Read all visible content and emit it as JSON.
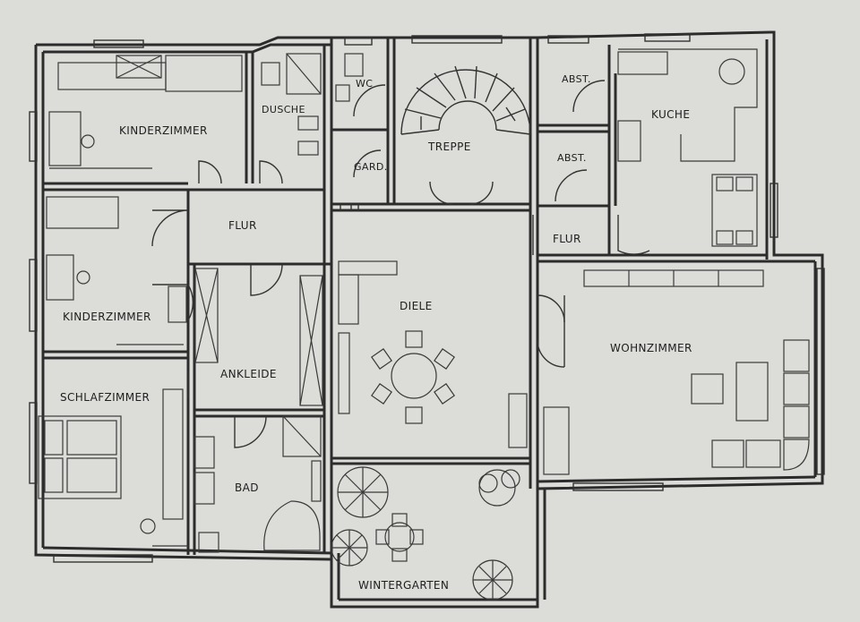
{
  "plan": {
    "rooms": [
      {
        "key": "kinderzimmer_1",
        "label": "KINDERZIMMER"
      },
      {
        "key": "dusche",
        "label": "DUSCHE"
      },
      {
        "key": "wc",
        "label": "WC"
      },
      {
        "key": "garderobe",
        "label": "GARD."
      },
      {
        "key": "treppe",
        "label": "TREPPE"
      },
      {
        "key": "abst_1",
        "label": "ABST."
      },
      {
        "key": "kuche",
        "label": "KUCHE"
      },
      {
        "key": "abst_2",
        "label": "ABST."
      },
      {
        "key": "flur_1",
        "label": "FLUR"
      },
      {
        "key": "flur_2",
        "label": "FLUR"
      },
      {
        "key": "kinderzimmer_2",
        "label": "KINDERZIMMER"
      },
      {
        "key": "diele",
        "label": "DIELE"
      },
      {
        "key": "ankleide",
        "label": "ANKLEIDE"
      },
      {
        "key": "wohnzimmer",
        "label": "WOHNZIMMER"
      },
      {
        "key": "schlafzimmer",
        "label": "SCHLAFZIMMER"
      },
      {
        "key": "bad",
        "label": "BAD"
      },
      {
        "key": "wintergarten",
        "label": "WINTERGARTEN"
      }
    ],
    "colors": {
      "paper": "#dcdcd8",
      "ink": "#2c2c2c"
    }
  }
}
